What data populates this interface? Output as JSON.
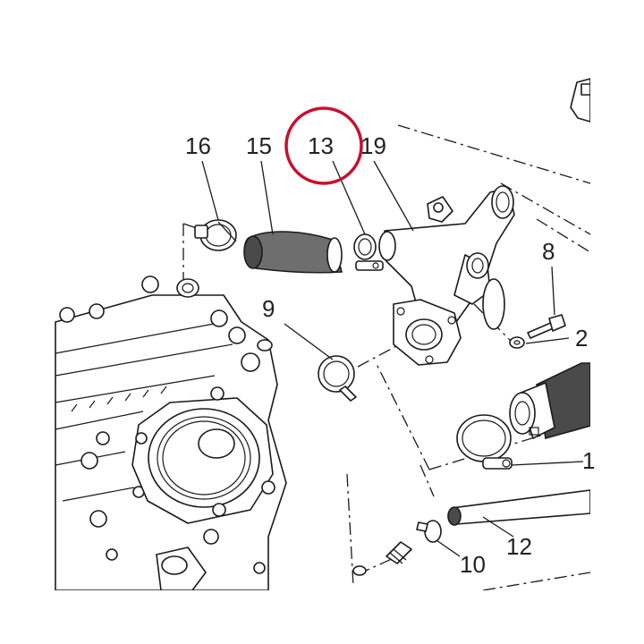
{
  "callouts": {
    "c16": "16",
    "c15": "15",
    "c13": "13",
    "c19": "19",
    "c8": "8",
    "c9": "9",
    "c2": "2",
    "c1": "1",
    "c12": "12",
    "c10": "10"
  },
  "highlight": {
    "target": "13",
    "color": "#c8102e"
  }
}
